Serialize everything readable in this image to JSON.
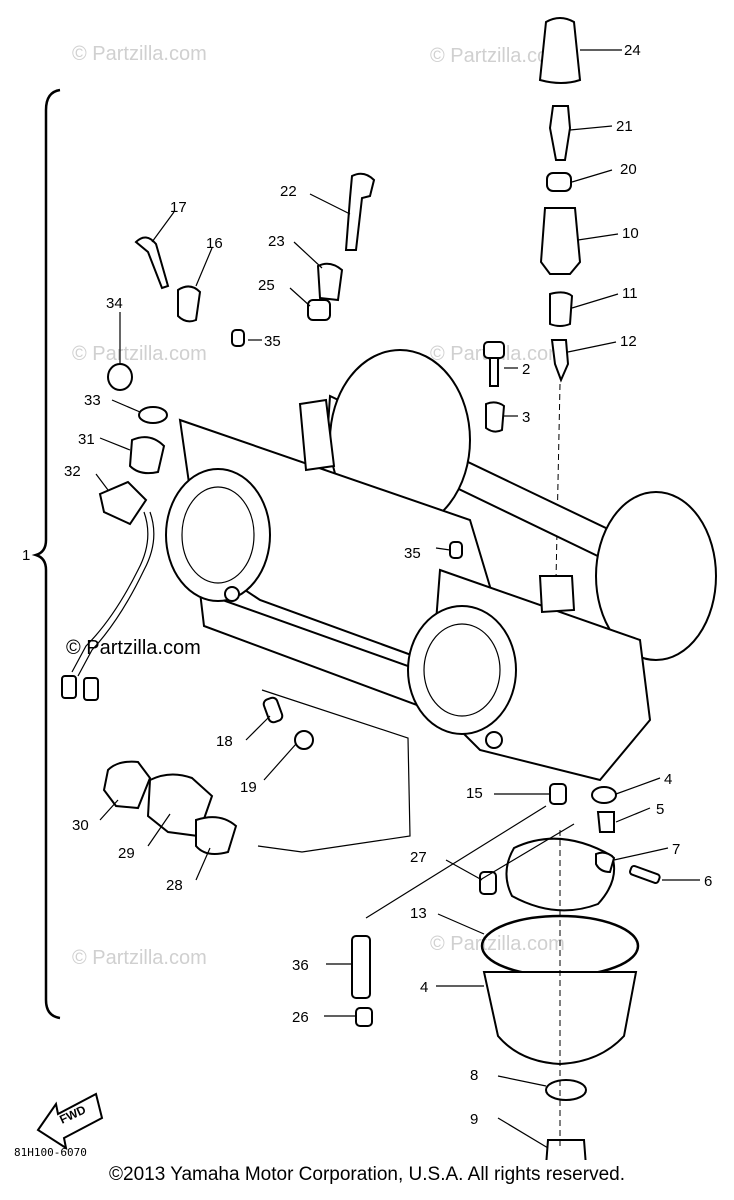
{
  "watermarks": {
    "small": "© Partzilla.com",
    "prominent": "© Partzilla.com"
  },
  "callouts": {
    "c24": "24",
    "c21": "21",
    "c20": "20",
    "c10": "10",
    "c11": "11",
    "c12": "12",
    "c22": "22",
    "c23": "23",
    "c25": "25",
    "c17": "17",
    "c16": "16",
    "c35a": "35",
    "c34": "34",
    "c33": "33",
    "c31": "31",
    "c32": "32",
    "c2": "2",
    "c3": "3",
    "c1": "1",
    "c35b": "35",
    "c18": "18",
    "c19": "19",
    "c30": "30",
    "c29": "29",
    "c28": "28",
    "c15": "15",
    "c4a": "4",
    "c5": "5",
    "c7": "7",
    "c6": "6",
    "c27": "27",
    "c13": "13",
    "c36": "36",
    "c4b": "4",
    "c26": "26",
    "c8": "8",
    "c9": "9"
  },
  "fwd_label": "FWD",
  "diagram_code": "81H100-6070",
  "copyright": "©2013 Yamaha Motor Corporation, U.S.A. All rights reserved."
}
